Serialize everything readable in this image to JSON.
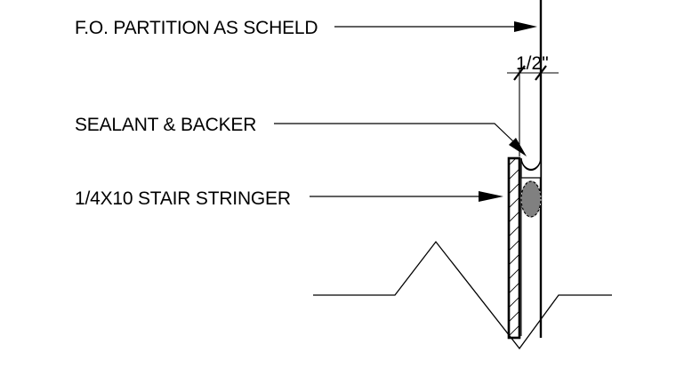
{
  "notes": {
    "partition": "F.O. PARTITION AS SCHELD",
    "sealant": "SEALANT & BACKER",
    "stringer": "1/4X10 STAIR STRINGER"
  },
  "dimension": {
    "label": "1/2\""
  },
  "colors": {
    "line": "#000000",
    "backer_rod": "#808080",
    "background": "#ffffff"
  }
}
